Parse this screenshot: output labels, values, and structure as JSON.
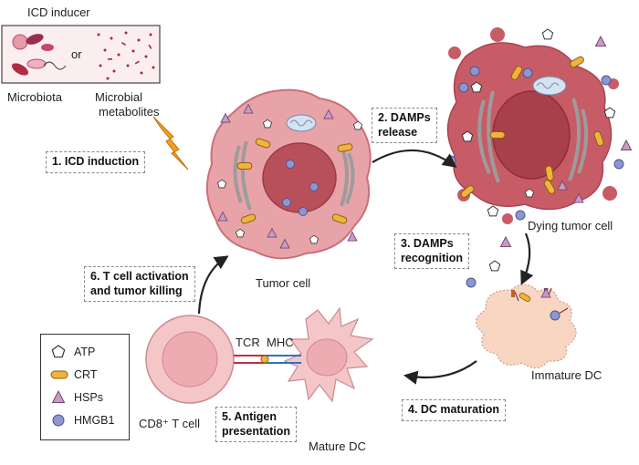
{
  "inducer": {
    "title": "ICD inducer",
    "or": "or",
    "microbiota": "Microbiota",
    "metabolites_line1": "Microbial",
    "metabolites_line2": "metabolites"
  },
  "steps": {
    "s1": "1. ICD induction",
    "s2_line1": "2. DAMPs",
    "s2_line2": "release",
    "s3_line1": "3. DAMPs",
    "s3_line2": "recognition",
    "s4": "4. DC maturation",
    "s5_line1": "5. Antigen",
    "s5_line2": "presentation",
    "s6_line1": "6. T cell activation",
    "s6_line2": "and tumor killing"
  },
  "cells": {
    "tumor": "Tumor cell",
    "dying": "Dying tumor cell",
    "immature": "Immature DC",
    "mature": "Mature DC",
    "tcell": "CD8⁺ T cell"
  },
  "receptors": {
    "tcr": "TCR",
    "mhc": "MHC"
  },
  "legend": {
    "items": [
      {
        "icon": "pentagon-icon",
        "label": "ATP"
      },
      {
        "icon": "capsule-icon",
        "label": "CRT"
      },
      {
        "icon": "triangle-icon",
        "label": "HSPs"
      },
      {
        "icon": "circle-icon",
        "label": "HMGB1"
      }
    ]
  },
  "colors": {
    "tumor_fill": "#e8a3a8",
    "tumor_border": "#c9707a",
    "nucleus": "#b8505c",
    "dying_fill": "#c75c66",
    "crt": "#f0b43c",
    "hsp": "#c99ac8",
    "hmgb1": "#8e96cf",
    "dc_fill": "#f8d6c2",
    "bolt": "#f0a020"
  }
}
